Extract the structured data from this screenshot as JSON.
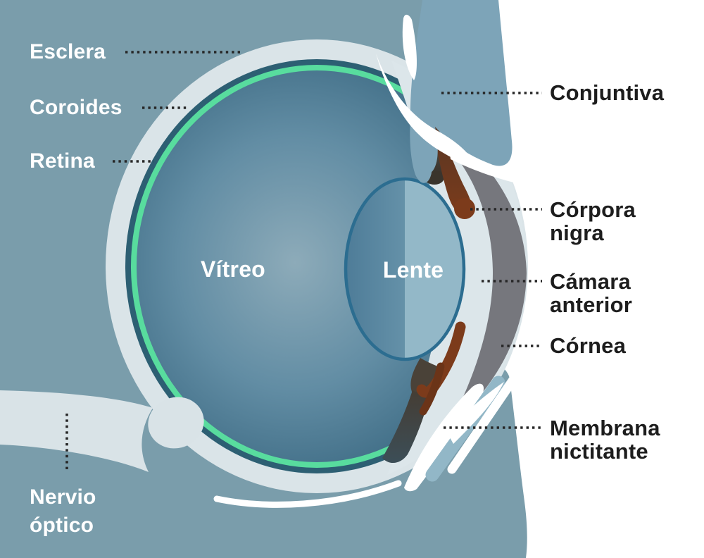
{
  "labels": {
    "esclera": "Esclera",
    "coroides": "Coroides",
    "retina": "Retina",
    "nervio_optico": "Nervio\nóptico",
    "vitreo": "Vítreo",
    "lente": "Lente",
    "conjuntiva": "Conjuntiva",
    "corpora_nigra": "Córpora\nnigra",
    "camara_anterior": "Cámara\nanterior",
    "cornea": "Córnea",
    "membrana_nictitante": "Membrana\nnictitante"
  },
  "colors": {
    "background_blue": "#7a9dab",
    "eyelid_blue": "#7da4b8",
    "sclera_light": "#dae4e8",
    "choroid_dark": "#2d5f73",
    "retina_green": "#58dc9e",
    "vitreous_edge": "#2b5a74",
    "vitreous_center": "#8dabb9",
    "lens_left": "#4e7c98",
    "lens_right": "#93b8c8",
    "lens_outline": "#2c6d90",
    "cornea_gray": "#76777d",
    "corpora_nigra_brown": "#7c3b1b",
    "iris_dark": "#443a2e",
    "anterior_chamber": "#dce6ea",
    "membrana_blue": "#92b7c7",
    "optic_nerve_light": "#d9e3e7",
    "leader_dots": "#262626",
    "label_dark": "#1d1d1d",
    "label_light": "#ffffff"
  }
}
